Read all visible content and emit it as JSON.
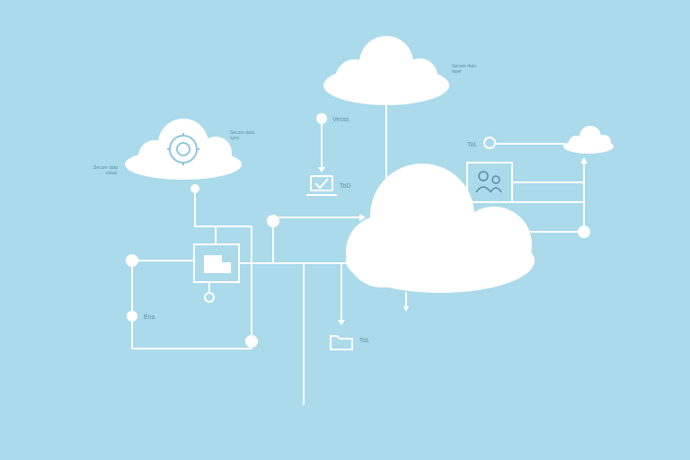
{
  "colors": {
    "background": "#abdaea",
    "cloud": "#ffffff",
    "connector": "#ffffff",
    "label": "#5a8ea3",
    "icon_accent": "#8fc6db"
  },
  "clouds": [
    {
      "id": "top",
      "label_lines": [
        "Secure data",
        "layer"
      ]
    },
    {
      "id": "left",
      "label_lines": [
        "Secure data",
        "sync"
      ]
    },
    {
      "id": "right-small"
    },
    {
      "id": "main"
    }
  ],
  "nodes": {
    "left_label_lines": [
      "Secure data",
      "cloud"
    ],
    "access_label": "Vesss",
    "laptop_label": "ToD",
    "small_right_label": "ToL",
    "left_bottom_label": "Ena",
    "folder_label": "ToL"
  },
  "icons": [
    "gear-icon",
    "laptop-check-icon",
    "document-icon",
    "users-icon",
    "folder-icon",
    "lock-ring-icon"
  ]
}
